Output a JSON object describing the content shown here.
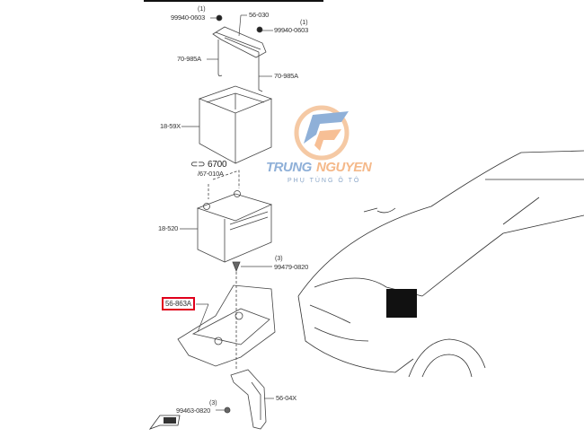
{
  "parts": {
    "nut_left": {
      "qty": "(1)",
      "code": "99940-0603"
    },
    "bracket": {
      "code": "56-030"
    },
    "nut_right": {
      "qty": "(1)",
      "code": "99940-0603"
    },
    "rod_left": {
      "code": "70-985A"
    },
    "rod_right": {
      "code": "70-985A"
    },
    "cover": {
      "code": "18-59X"
    },
    "ref": {
      "main": "6700",
      "sub": "/67-010A"
    },
    "battery": {
      "code": "18-520"
    },
    "bolt_tray": {
      "qty": "(3)",
      "code": "99479-0820"
    },
    "tray": {
      "code": "56-863A"
    },
    "support": {
      "code": "56-04X"
    },
    "bolt_support": {
      "qty": "(3)",
      "code": "99463-0820"
    }
  },
  "logo": {
    "brand_a": "TRUNG",
    "brand_b": "NGUYEN",
    "tagline": "PHỤ TÙNG Ô TÔ"
  },
  "colors": {
    "highlight": "#e0001b",
    "logo_blue": "#7fa3cf",
    "logo_orange": "#f5b98a"
  }
}
